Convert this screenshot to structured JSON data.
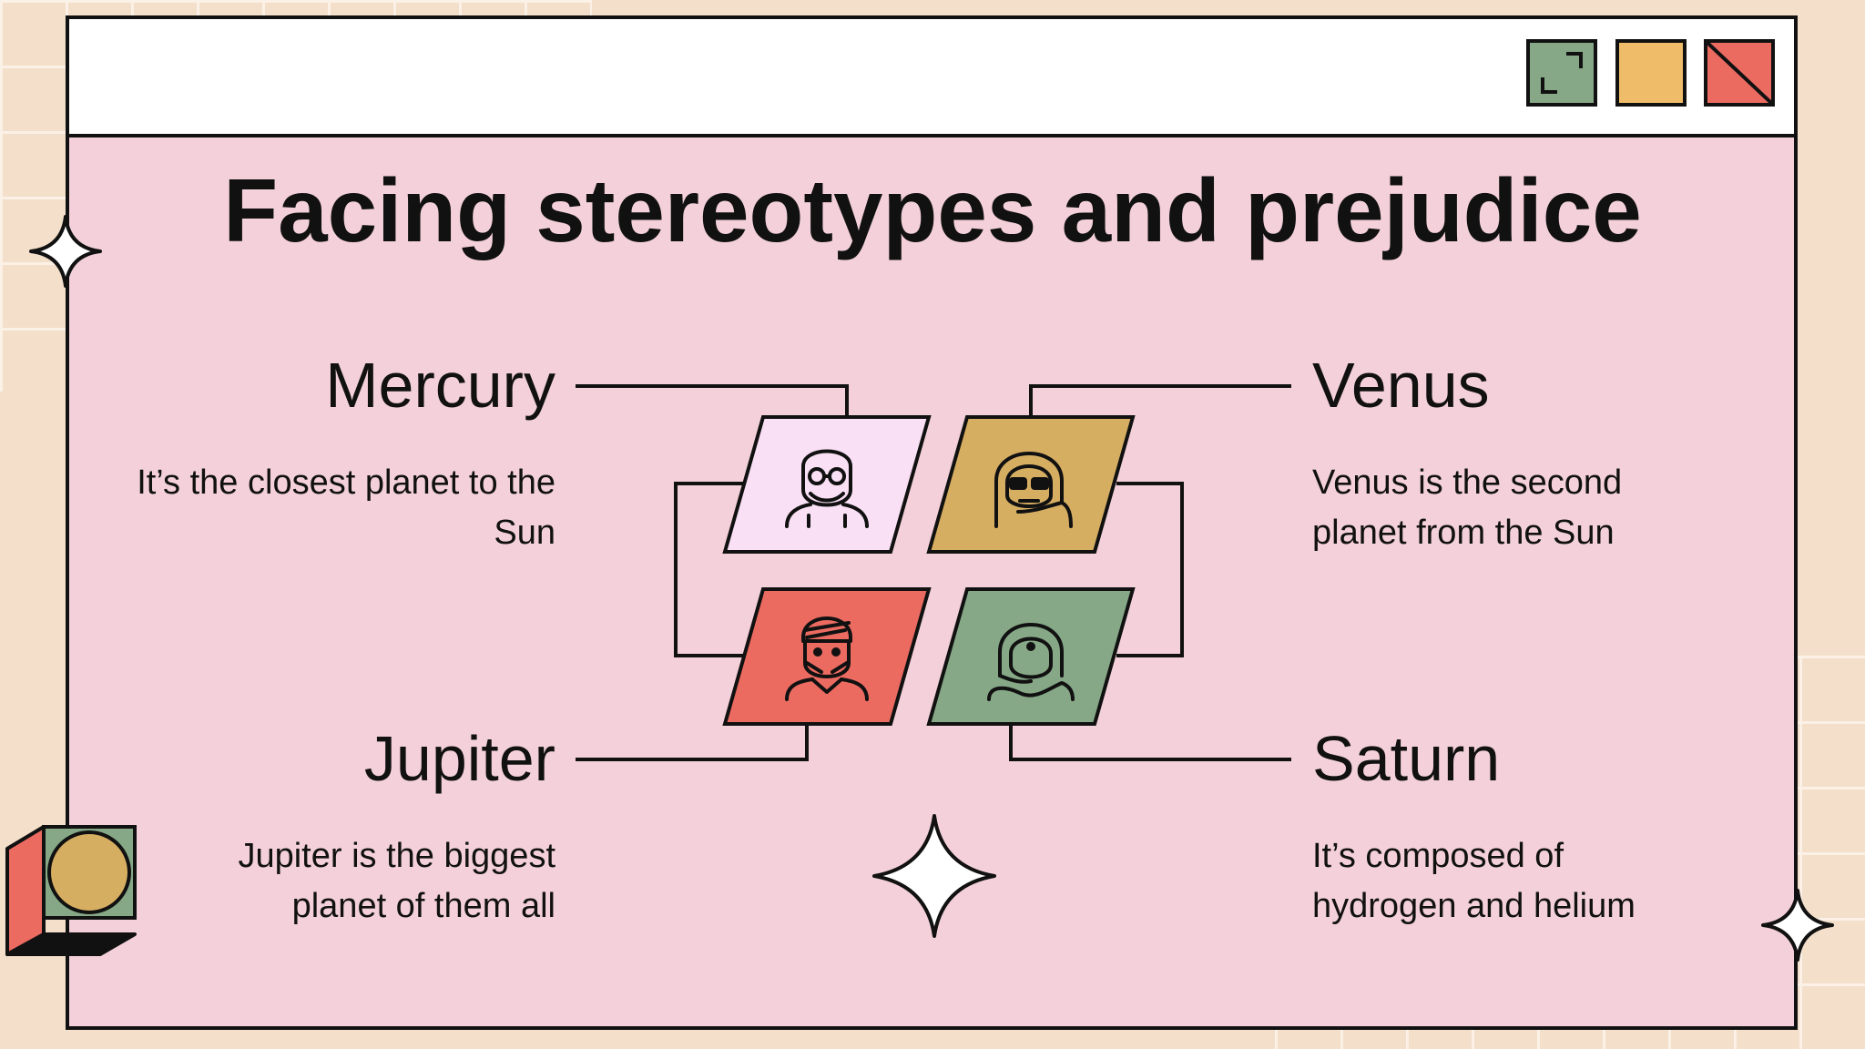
{
  "window": {
    "controls": {
      "expand_icon": "expand-icon",
      "minimize_icon": "minimize-icon",
      "close_icon": "close-icon"
    },
    "colors": {
      "green": "#86a887",
      "yellow": "#efbd6a",
      "red": "#ec6b61",
      "pink": "#f4d1da",
      "gold": "#d6ae62",
      "lavender": "#fae0f5"
    }
  },
  "slide": {
    "title": "Facing stereotypes and prejudice",
    "items": [
      {
        "name": "Mercury",
        "description": "It’s the closest planet to the Sun",
        "icon": "bearded-man-glasses-icon"
      },
      {
        "name": "Venus",
        "description": "Venus is the second planet from the Sun",
        "icon": "woman-sunglasses-icon"
      },
      {
        "name": "Jupiter",
        "description": "Jupiter is the biggest planet of them all",
        "icon": "man-turban-icon"
      },
      {
        "name": "Saturn",
        "description": "It’s composed of hydrogen and helium",
        "icon": "woman-bindi-icon"
      }
    ]
  }
}
